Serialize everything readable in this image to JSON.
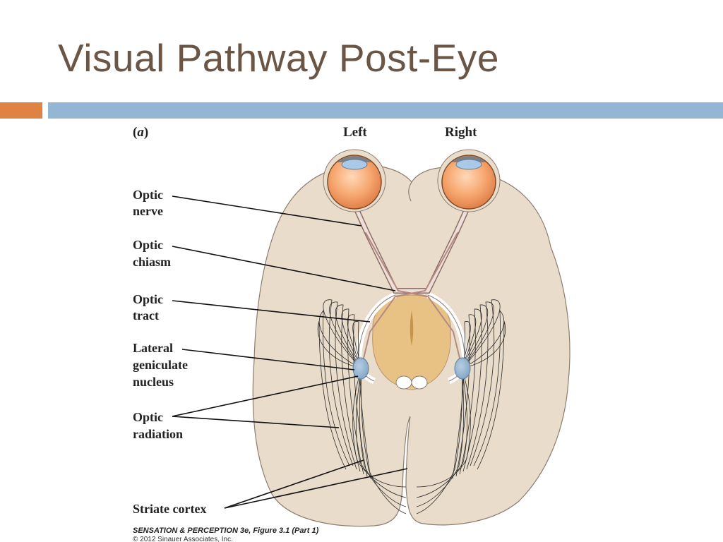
{
  "slide": {
    "title": "Visual Pathway Post-Eye"
  },
  "figure": {
    "panel_label_prefix": "(",
    "panel_label_letter": "a",
    "panel_label_suffix": ")",
    "side_left": "Left",
    "side_right": "Right",
    "labels": {
      "optic_nerve": [
        "Optic",
        "nerve"
      ],
      "optic_chiasm": [
        "Optic",
        "chiasm"
      ],
      "optic_tract": [
        "Optic",
        "tract"
      ],
      "lateral_geniculate_nucleus": [
        "Lateral",
        "geniculate",
        "nucleus"
      ],
      "optic_radiation": [
        "Optic",
        "radiation"
      ],
      "striate_cortex": "Striate cortex"
    },
    "credit": "SENSATION & PERCEPTION 3e, Figure 3.1 (Part 1)",
    "copyright": "© 2012 Sinauer Associates, Inc."
  },
  "colors": {
    "title": "#6b5646",
    "accent_orange": "#de8344",
    "accent_blue": "#93b6d4",
    "brain": "#eadccb",
    "midbrain": "#e8c185",
    "lgn": "#8eaecb",
    "eye": "#f4a36b",
    "nerve": "#b48a80"
  }
}
